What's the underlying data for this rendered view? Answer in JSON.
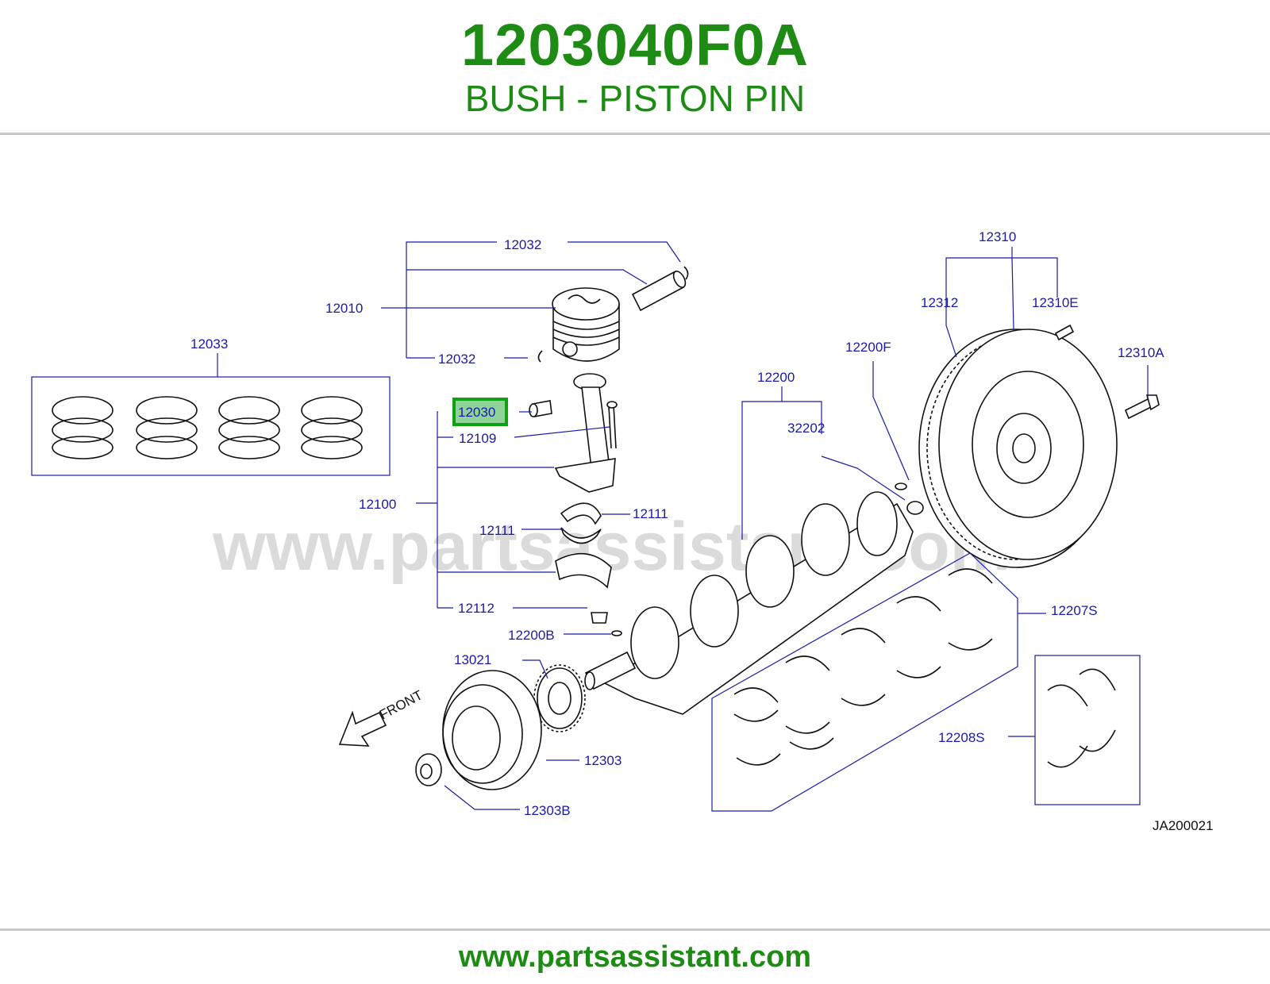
{
  "header": {
    "part_number": "1203040F0A",
    "part_name": "BUSH - PISTON PIN"
  },
  "diagram": {
    "watermark": "www.partsassistant.com",
    "drawing_code": "JA200021",
    "front_label": "FRONT",
    "highlighted_part": "12030",
    "labels": {
      "l12032a": "12032",
      "l12010": "12010",
      "l12032b": "12032",
      "l12033": "12033",
      "l12030": "12030",
      "l12109": "12109",
      "l12100": "12100",
      "l12111a": "12111",
      "l12111b": "12111",
      "l12112": "12112",
      "l12200B": "12200B",
      "l13021": "13021",
      "l12303": "12303",
      "l12303B": "12303B",
      "l12200": "12200",
      "l32202": "32202",
      "l12200F": "12200F",
      "l12310": "12310",
      "l12312": "12312",
      "l12310E": "12310E",
      "l12310A": "12310A",
      "l12207S": "12207S",
      "l12208S": "12208S"
    }
  },
  "footer": {
    "url": "www.partsassistant.com"
  }
}
